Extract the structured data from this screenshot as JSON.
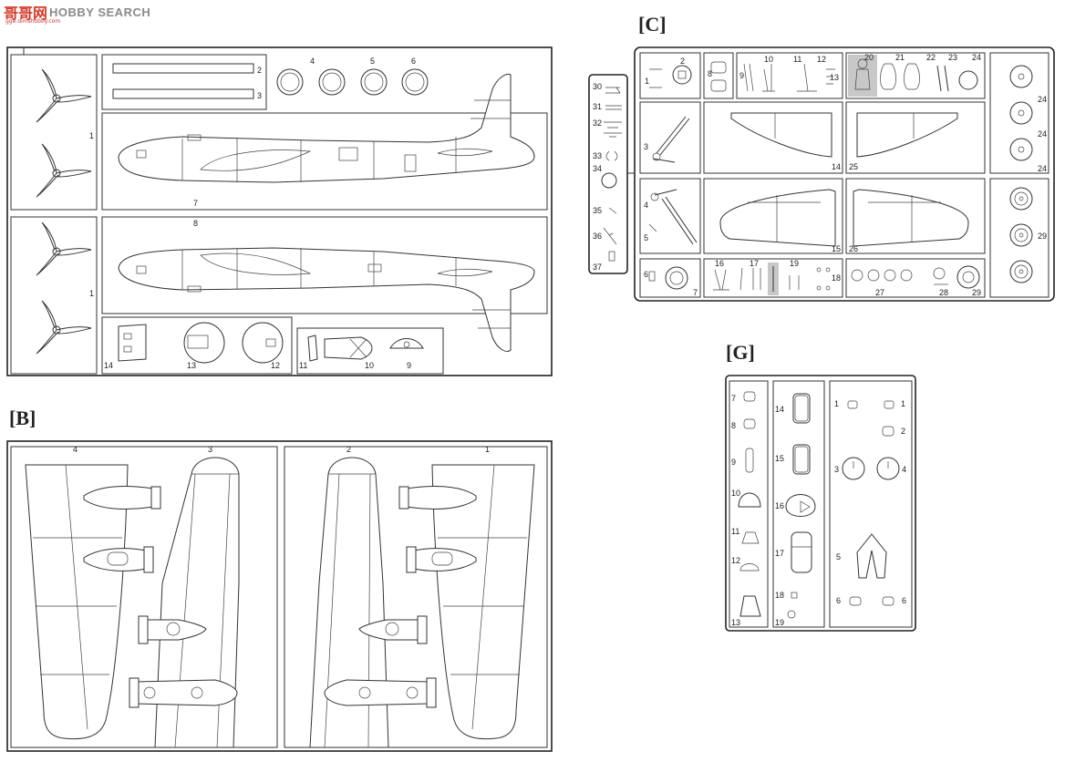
{
  "watermark": {
    "cn": "哥哥网",
    "en": "HOBBY SEARCH",
    "sub": "gge.dimshobby.com"
  },
  "sprues": {
    "B": "[B]",
    "C": "[C]",
    "G": "[G]"
  },
  "colors": {
    "line": "#222222",
    "watermark_red": "#d43a2a",
    "watermark_grey": "#8a8a8a",
    "highlight": "#c8c8c8"
  },
  "partsA": {
    "p1a": "1",
    "p1b": "1",
    "p2": "2",
    "p3": "3",
    "p4": "4",
    "p5": "5",
    "p6": "6",
    "p7": "7",
    "p8": "8",
    "p9": "9",
    "p10": "10",
    "p11": "11",
    "p12": "12",
    "p13": "13",
    "p14": "14"
  },
  "partsB": {
    "p1": "1",
    "p2": "2",
    "p3": "3",
    "p4": "4"
  },
  "partsC": {
    "p1": "1",
    "p2": "2",
    "p3": "3",
    "p4": "4",
    "p5": "5",
    "p6": "6",
    "p7": "7",
    "p8": "8",
    "p9": "9",
    "p10": "10",
    "p11": "11",
    "p12": "12",
    "p13": "13",
    "p14": "14",
    "p15": "15",
    "p16": "16",
    "p17": "17",
    "p18": "18",
    "p19": "19",
    "p20": "20",
    "p21": "21",
    "p22": "22",
    "p23": "23",
    "p24a": "24",
    "p24b": "24",
    "p24c": "24",
    "p24d": "24",
    "p25": "25",
    "p26": "26",
    "p27": "27",
    "p28": "28",
    "p29a": "29",
    "p29b": "29",
    "p30": "30",
    "p31": "31",
    "p32": "32",
    "p33": "33",
    "p34": "34",
    "p35": "35",
    "p36": "36",
    "p37": "37"
  },
  "partsG": {
    "p1a": "1",
    "p1b": "1",
    "p2": "2",
    "p3": "3",
    "p4": "4",
    "p5": "5",
    "p6a": "6",
    "p6b": "6",
    "p7": "7",
    "p8": "8",
    "p9": "9",
    "p10": "10",
    "p11": "11",
    "p12": "12",
    "p13": "13",
    "p14": "14",
    "p15": "15",
    "p16": "16",
    "p17": "17",
    "p18": "18",
    "p19": "19"
  }
}
